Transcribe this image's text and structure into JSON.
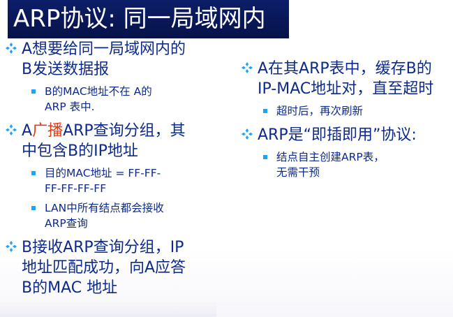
{
  "title": "ARP协议: 同一局域网内",
  "left_column": [
    {
      "lines": [
        "A想要给同一局域网内的",
        "B发送数据报"
      ],
      "subs": [
        {
          "lines": [
            "B的MAC地址不在 A的",
            "ARP 表中."
          ]
        }
      ]
    },
    {
      "prefix": "A",
      "highlight": "广播",
      "first_line_rest": "ARP查询分组，其",
      "second_line": "中包含B的IP地址",
      "subs": [
        {
          "lines": [
            "目的MAC地址 = FF-FF-",
            "FF-FF-FF-FF"
          ]
        },
        {
          "lines": [
            "LAN中所有结点都会接收",
            "ARP查询"
          ]
        }
      ]
    },
    {
      "lines": [
        "B接收ARP查询分组，IP",
        "地址匹配成功，向A应答",
        "B的MAC 地址"
      ],
      "subs": []
    }
  ],
  "right_column": [
    {
      "lines": [
        "A在其ARP表中，缓存B的",
        "IP-MAC地址对，直至超时"
      ],
      "subs": [
        {
          "lines": [
            "超时后，再次刷新"
          ]
        }
      ]
    },
    {
      "lines": [
        "ARP是“即插即用”协议:"
      ],
      "subs": [
        {
          "lines": [
            "结点自主创建ARP表，",
            "无需干预"
          ]
        }
      ]
    }
  ],
  "colors": {
    "title_bg": "#0c1e68",
    "text_blue": "#0d2a8a",
    "highlight_red": "#e33a1a",
    "bullet_blue": "#1aa3ff"
  },
  "icons": {
    "bullet": "four-diamond-bullet-icon",
    "sub_bullet": "square-bullet-icon"
  }
}
